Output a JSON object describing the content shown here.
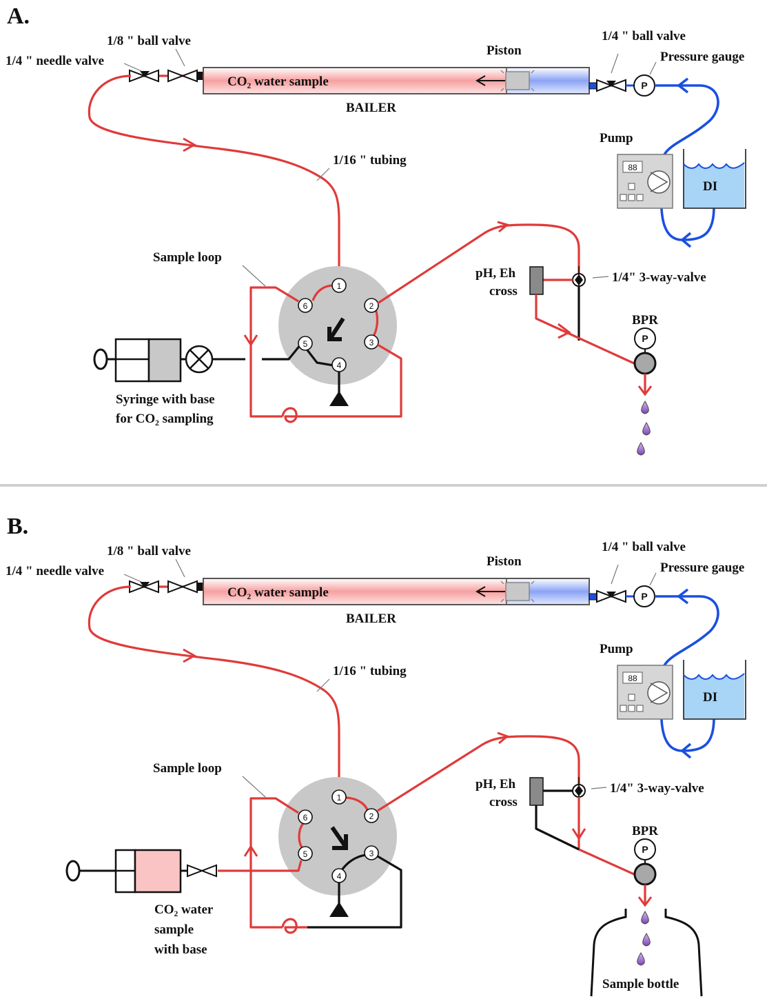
{
  "colors": {
    "sample_red": "#e03a3a",
    "water_blue": "#1a4fe0",
    "valve_grey": "#c8c8c8"
  },
  "panels": [
    {
      "id": "A",
      "panel_label": "A.",
      "labels": {
        "ball_valve_small": "1/8 \" ball valve",
        "needle_valve": "1/4 \" needle valve",
        "piston": "Piston",
        "ball_valve_large": "1/4 \" ball valve",
        "pressure_gauge": "Pressure gauge",
        "bailer_content": "CO₂ water sample",
        "bailer": "BAILER",
        "pump": "Pump",
        "di": "DI",
        "tubing": "1/16 \" tubing",
        "sample_loop": "Sample loop",
        "ph_eh_1": "pH, Eh",
        "ph_eh_2": "cross",
        "three_way_valve": "1/4\" 3-way-valve",
        "bpr": "BPR",
        "syringe_1": "Syringe with base",
        "syringe_2": "for CO₂ sampling",
        "gauge_symbol": "P",
        "bpr_gauge_symbol": "P",
        "pump_display": "88"
      },
      "ports": [
        "1",
        "2",
        "3",
        "4",
        "5",
        "6"
      ]
    },
    {
      "id": "B",
      "panel_label": "B.",
      "labels": {
        "ball_valve_small": "1/8 \" ball valve",
        "needle_valve": "1/4 \" needle valve",
        "piston": "Piston",
        "ball_valve_large": "1/4 \" ball valve",
        "pressure_gauge": "Pressure gauge",
        "bailer_content": "CO₂ water sample",
        "bailer": "BAILER",
        "pump": "Pump",
        "di": "DI",
        "tubing": "1/16 \" tubing",
        "sample_loop": "Sample loop",
        "ph_eh_1": "pH, Eh",
        "ph_eh_2": "cross",
        "three_way_valve": "1/4\" 3-way-valve",
        "bpr": "BPR",
        "syringe_1": "CO₂ water",
        "syringe_2": "sample",
        "syringe_3": "with base",
        "sample_bottle": "Sample bottle",
        "gauge_symbol": "P",
        "bpr_gauge_symbol": "P",
        "pump_display": "88"
      },
      "ports": [
        "1",
        "2",
        "3",
        "4",
        "5",
        "6"
      ]
    }
  ]
}
